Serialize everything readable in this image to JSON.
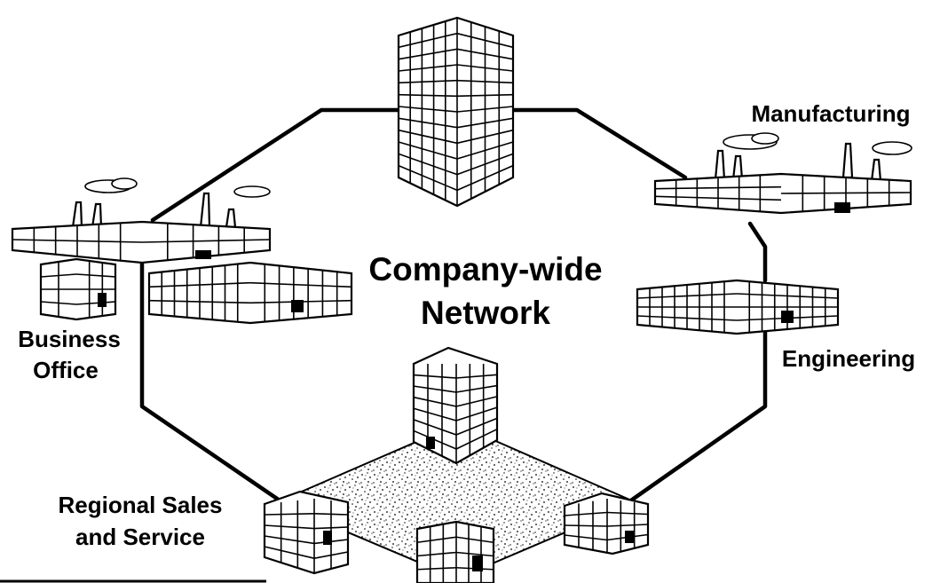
{
  "diagram": {
    "center_label": {
      "line1": "Company-wide",
      "line2": "Network"
    },
    "nodes": {
      "business_office": {
        "line1": "Business",
        "line2": "Office"
      },
      "manufacturing": {
        "label": "Manufacturing"
      },
      "engineering": {
        "label": "Engineering"
      },
      "regional_sales": {
        "line1": "Regional Sales",
        "line2": "and Service"
      }
    }
  },
  "colors": {
    "ink": "#000000",
    "paper": "#ffffff"
  }
}
